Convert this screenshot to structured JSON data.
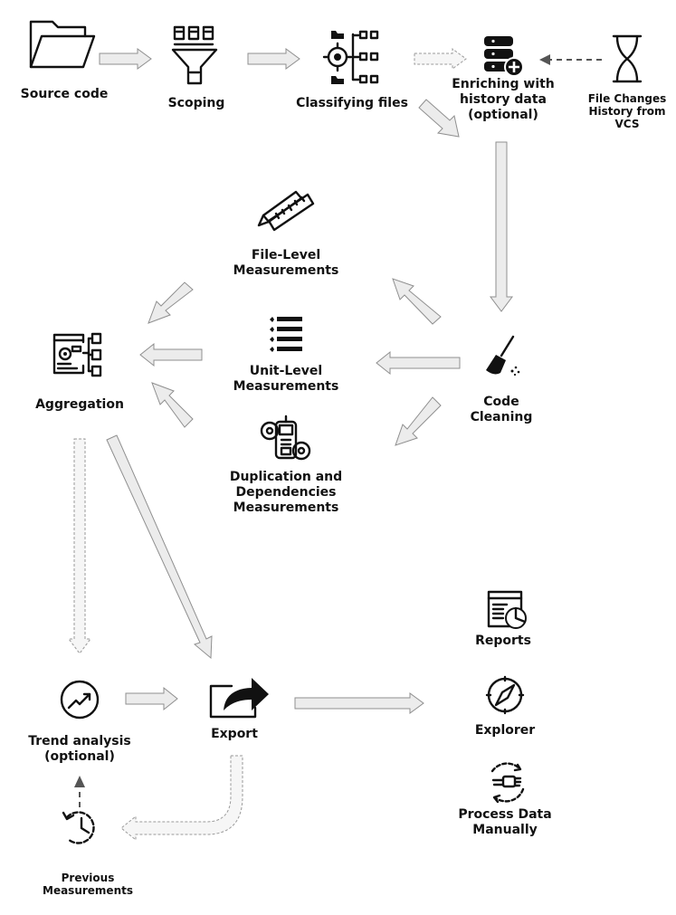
{
  "nodes": {
    "source_code": {
      "label": [
        "Source code"
      ],
      "icon": "folder-icon"
    },
    "scoping": {
      "label": [
        "Scoping"
      ],
      "icon": "funnel-icon"
    },
    "classifying": {
      "label": [
        "Classifying files"
      ],
      "icon": "classify-icon"
    },
    "enriching": {
      "label": [
        "Enriching with",
        "history data",
        "(optional)"
      ],
      "icon": "database-add-icon"
    },
    "file_changes": {
      "label": [
        "File Changes",
        "History from",
        "VCS"
      ],
      "icon": "hourglass-icon"
    },
    "file_level": {
      "label": [
        "File-Level",
        "Measurements"
      ],
      "icon": "ruler-pencil-icon"
    },
    "unit_level": {
      "label": [
        "Unit-Level",
        "Measurements"
      ],
      "icon": "list-icon"
    },
    "duplication": {
      "label": [
        "Duplication and",
        "Dependencies",
        "Measurements"
      ],
      "icon": "gauge-gear-icon"
    },
    "code_cleaning": {
      "label": [
        "Code",
        "Cleaning"
      ],
      "icon": "broom-icon"
    },
    "aggregation": {
      "label": [
        "Aggregation"
      ],
      "icon": "aggregation-icon"
    },
    "trend": {
      "label": [
        "Trend analysis",
        "(optional)"
      ],
      "icon": "trend-icon"
    },
    "export": {
      "label": [
        "Export"
      ],
      "icon": "export-icon"
    },
    "previous": {
      "label": [
        "Previous",
        "Measurements"
      ],
      "icon": "history-clock-icon"
    },
    "reports": {
      "label": [
        "Reports"
      ],
      "icon": "report-icon"
    },
    "explorer": {
      "label": [
        "Explorer"
      ],
      "icon": "compass-icon"
    },
    "process_data": {
      "label": [
        "Process Data",
        "Manually"
      ],
      "icon": "process-icon"
    }
  }
}
